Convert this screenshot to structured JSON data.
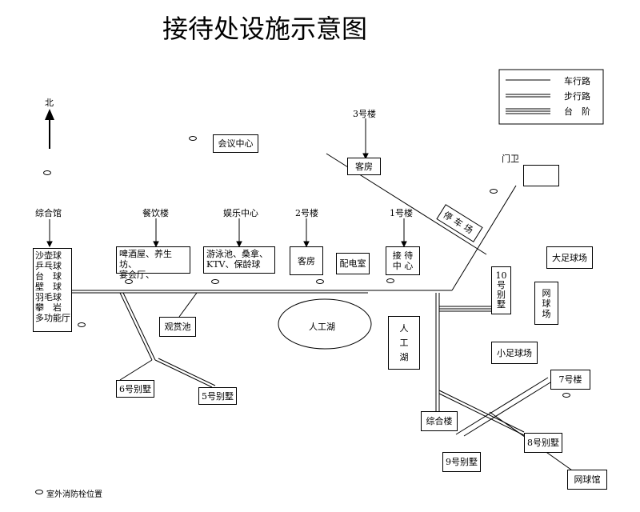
{
  "title": "接待处设施示意图",
  "legend": {
    "road": "车行路",
    "walkway": "步行路",
    "steps": "台　阶"
  },
  "north": "北",
  "hydrant_legend": "室外消防栓位置",
  "labels": {
    "building3": "3号楼",
    "zonghe_guan_top": "综合馆",
    "canyin_lou": "餐饮楼",
    "yule_zhongxin": "娱乐中心",
    "building2": "2号楼",
    "building1": "1号楼",
    "menwei": "门卫"
  },
  "boxes": {
    "huiyi": "会议中心",
    "kefang3": "客房",
    "tingchechang": "停车场",
    "zonghe_list": "沙壶球\n乒乓球\n台　球\n壁　球\n羽毛球\n攀　岩\n多功能厅",
    "canyin_list": "啤酒屋、养生坊、\n宴会厅、",
    "yule_list": "游泳池、桑拿、\nKTV、保龄球",
    "kefang2": "客房",
    "peidian": "配电室",
    "jiedai": "接  待\n中  心",
    "villa10": "10\n号\n别\n墅",
    "tennis_court": "网\n球\n场",
    "big_football": "大足球场",
    "small_football": "小足球场",
    "lake1": "人工湖",
    "lake2": "人\n工\n湖",
    "guanshangchi": "观赏池",
    "villa6": "6号别墅",
    "villa5": "5号别墅",
    "building7": "7号楼",
    "zonghe_lou": "综合楼",
    "villa8": "8号别墅",
    "villa9": "9号别墅",
    "wangqiuguan": "网球馆"
  }
}
